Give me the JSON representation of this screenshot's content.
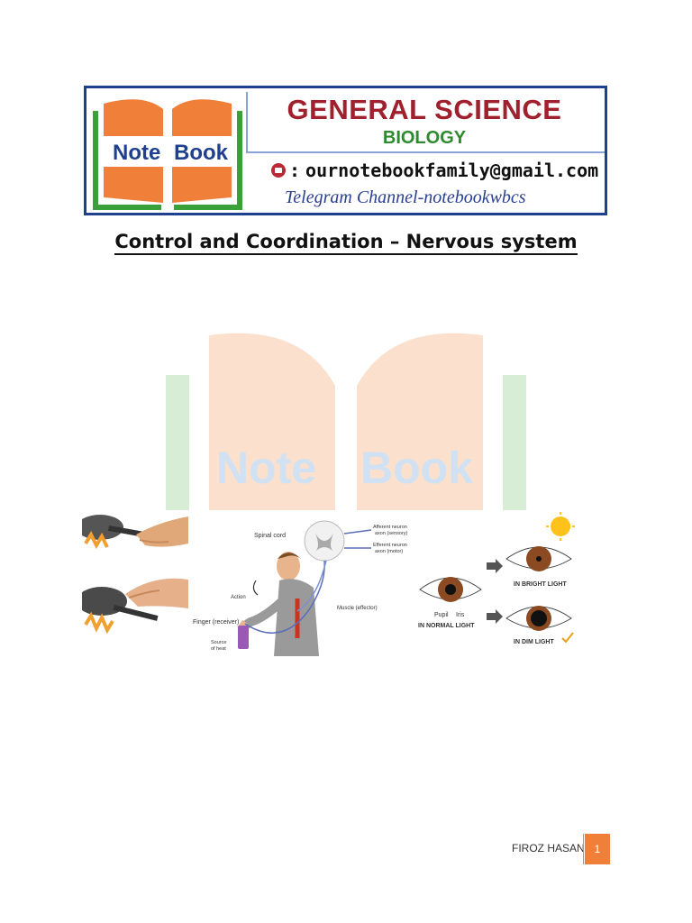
{
  "header": {
    "logo": {
      "word1": "Note",
      "word2": "Book"
    },
    "title": "GENERAL SCIENCE",
    "subtitle": "BIOLOGY",
    "email_prefix": ":",
    "email": "ournotebookfamily@gmail.com",
    "telegram": "Telegram Channel-notebookwbcs"
  },
  "colors": {
    "title_red": "#a0212d",
    "subtitle_green": "#2f8a2f",
    "book_orange": "#f07f3a",
    "book_green": "#3aa13a",
    "text_blue": "#1f3f8f",
    "footer_orange": "#f07f3a"
  },
  "page": {
    "title": "Control and Coordination – Nervous system"
  },
  "watermark": {
    "word1": "Note",
    "word2": "Book"
  },
  "reflex": {
    "spinal_cord": "Spinal cord",
    "afferent_1": "Afferent neuron",
    "afferent_2": "axon (sensory)",
    "efferent_1": "Efferent neuron",
    "efferent_2": "axon (motor)",
    "action": "Action",
    "muscle": "Muscle (effector)",
    "finger": "Finger (receiver)",
    "source_1": "Source",
    "source_2": "of heat"
  },
  "eyes": {
    "bright": "IN BRIGHT LIGHT",
    "normal": "IN NORMAL LIGHT",
    "dim": "IN DIM LIGHT",
    "pupil": "Pupil",
    "iris": "Iris"
  },
  "footer": {
    "author": "FIROZ HASAN",
    "page_number": "1"
  }
}
